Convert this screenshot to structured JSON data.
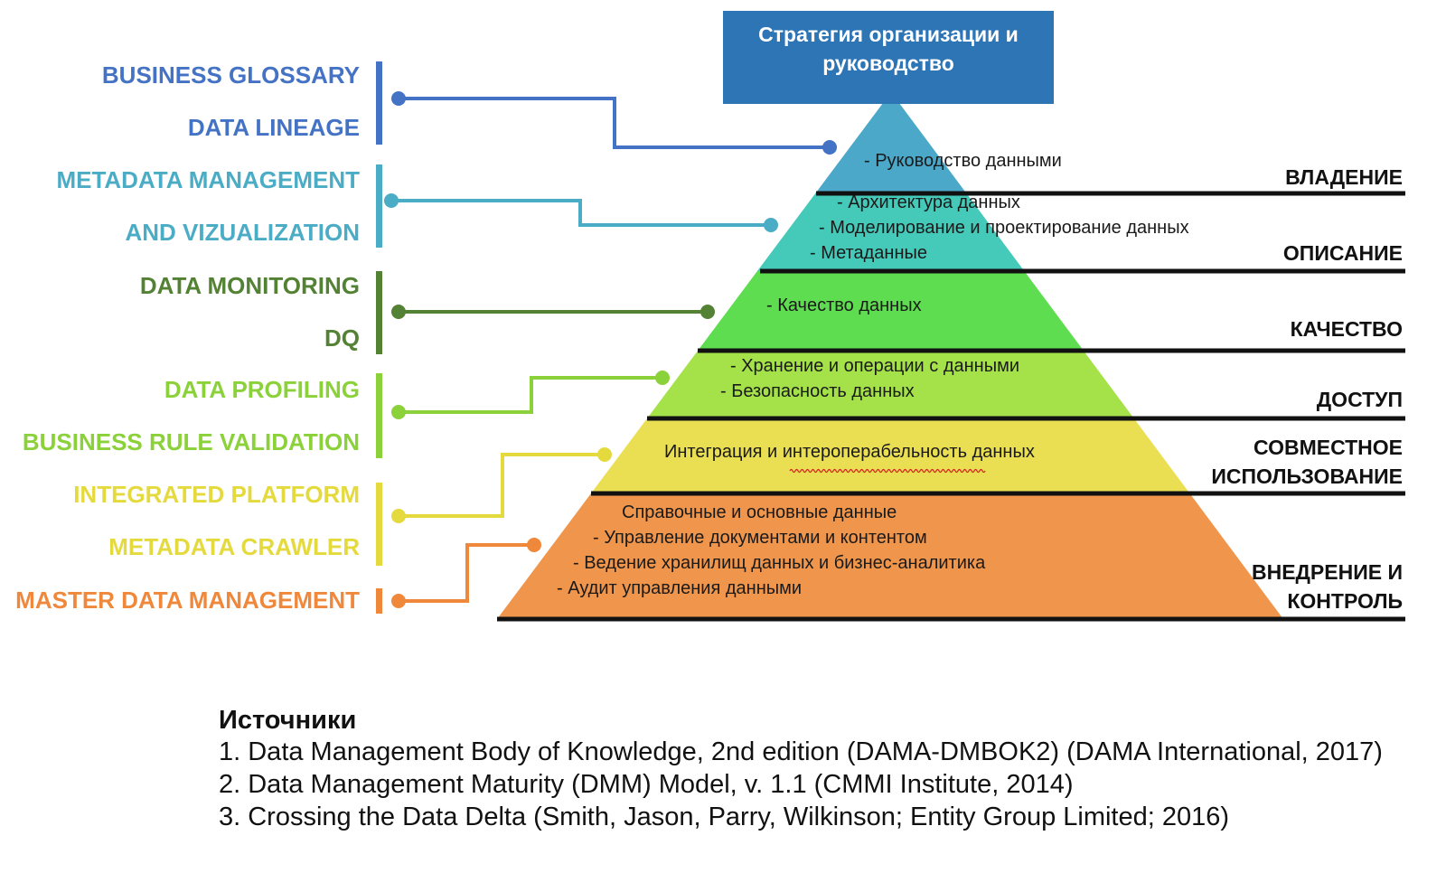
{
  "top_box": {
    "lines": [
      "Стратегия организации и",
      "руководство"
    ],
    "color": "#2E75B6"
  },
  "tool_groups": [
    {
      "color": "#4472C4",
      "labels": [
        "BUSINESS GLOSSARY",
        "DATA LINEAGE"
      ]
    },
    {
      "color": "#4BACC6",
      "labels": [
        "METADATA MANAGEMENT",
        "AND VIZUALIZATION"
      ]
    },
    {
      "color": "#548235",
      "labels": [
        "DATA MONITORING",
        "DQ"
      ]
    },
    {
      "color": "#8BD13A",
      "labels": [
        "DATA PROFILING",
        "BUSINESS RULE VALIDATION"
      ]
    },
    {
      "color": "#E5DA3D",
      "labels": [
        "INTEGRATED PLATFORM",
        "METADATA CRAWLER"
      ]
    },
    {
      "color": "#F0883C",
      "labels": [
        "MASTER DATA MANAGEMENT"
      ]
    }
  ],
  "tiers": [
    {
      "color": "#4BA8C8",
      "items": [
        "- Руководство данными"
      ],
      "category": [
        "ВЛАДЕНИЕ"
      ]
    },
    {
      "color": "#45C9B9",
      "items": [
        "- Архитектура данных",
        "- Моделирование и проектирование данных",
        "- Метаданные"
      ],
      "category": [
        "ОПИСАНИЕ"
      ]
    },
    {
      "color": "#5FDD50",
      "items": [
        "- Качество данных"
      ],
      "category": [
        "КАЧЕСТВО"
      ]
    },
    {
      "color": "#A5E24A",
      "items": [
        "- Хранение и операции с данными",
        "- Безопасность данных"
      ],
      "category": [
        "ДОСТУП"
      ]
    },
    {
      "color": "#EADF52",
      "items": [
        "Интеграция и интероперабельность данных"
      ],
      "category": [
        "СОВМЕСТНОЕ",
        "ИСПОЛЬЗОВАНИЕ"
      ]
    },
    {
      "color": "#F0964C",
      "items": [
        "Справочные и основные данные",
        "- Управление документами и контентом",
        "- Ведение хранилищ данных и бизнес-аналитика",
        "- Аудит управления данными"
      ],
      "category": [
        "ВНЕДРЕНИЕ И",
        "КОНТРОЛЬ"
      ]
    }
  ],
  "sources": {
    "title": "Источники",
    "items": [
      "1. Data Management Body of Knowledge, 2nd edition (DAMA-DMBOK2) (DAMA International, 2017)",
      "2. Data Management Maturity (DMM) Model, v. 1.1 (CMMI Institute, 2014)",
      "3. Crossing the Data Delta (Smith, Jason, Parry, Wilkinson; Entity Group Limited; 2016)"
    ]
  }
}
